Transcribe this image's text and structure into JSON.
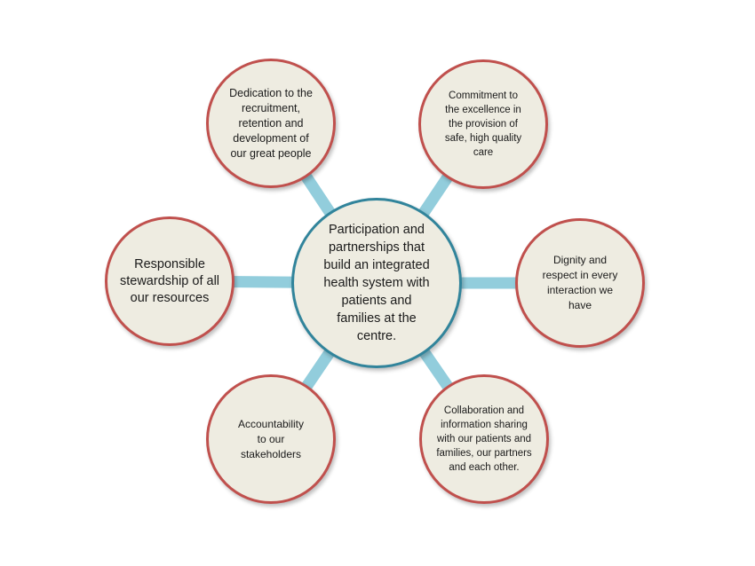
{
  "diagram": {
    "center": {
      "text": "Participation and\npartnerships that\nbuild an integrated\nhealth system with\npatients and\nfamilies at the\ncentre."
    },
    "nodes": [
      {
        "id": "top-left",
        "text": "Dedication to the\nrecruitment,\nretention and\ndevelopment  of\nour great people"
      },
      {
        "id": "top-right",
        "text": "Commitment to\nthe excellence in\nthe provision of\nsafe, high quality\ncare"
      },
      {
        "id": "right",
        "text": "Dignity and\nrespect in every\ninteraction we\nhave"
      },
      {
        "id": "bottom-right",
        "text": "Collaboration and\ninformation  sharing\nwith our patients and\nfamilies, our partners\nand each other."
      },
      {
        "id": "bottom-left",
        "text": "Accountability\nto our\nstakeholders"
      },
      {
        "id": "left",
        "text": "Responsible\nstewardship of all\nour resources"
      }
    ],
    "colors": {
      "node_fill": "#eeece1",
      "outer_border": "#c0504d",
      "hub_border": "#31849b",
      "connector": "#92cddc"
    }
  }
}
